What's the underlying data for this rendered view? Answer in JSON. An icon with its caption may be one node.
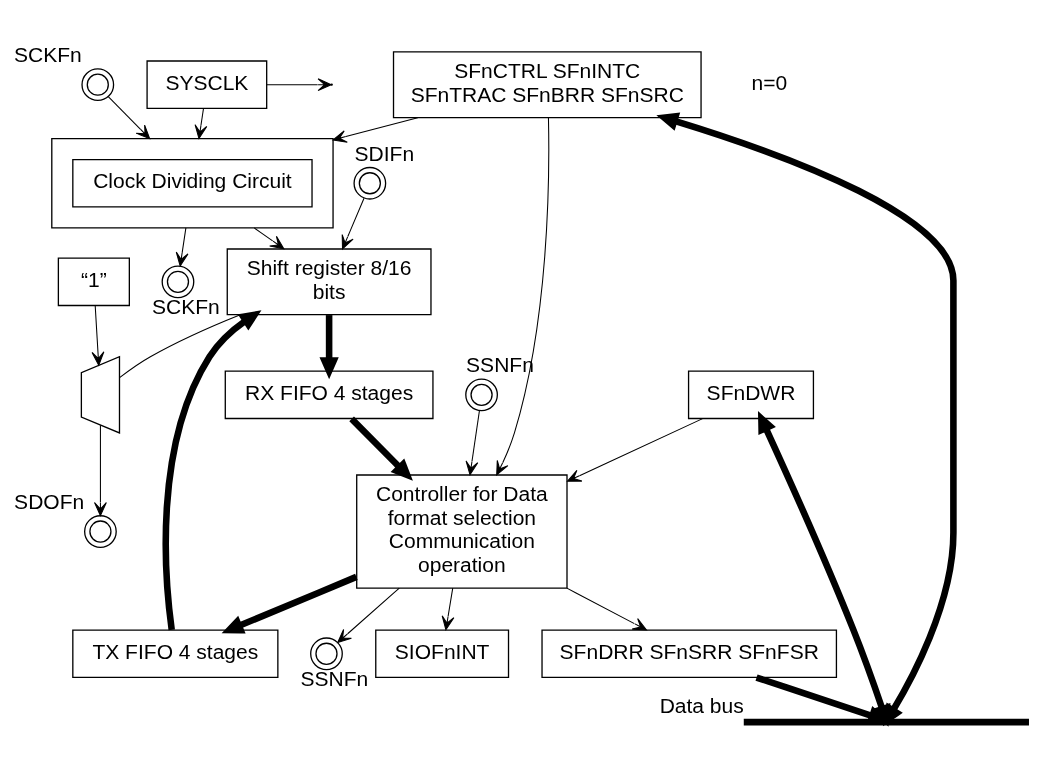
{
  "diagram": {
    "nodes": [
      {
        "text": [],
        "shape": "circle",
        "beside": [
          "SCKFn"
        ]
      },
      {
        "text": [],
        "shape": "circle",
        "beside": [
          "SDIFn"
        ]
      },
      {
        "text": [
          "Shift register 8/16 bits"
        ]
      },
      {
        "text": [],
        "shape": "circle",
        "beside": [
          "SDOFn"
        ]
      },
      {
        "text": [],
        "shape": "circle",
        "beside": [
          "SCKFn"
        ]
      },
      {
        "text": [],
        "shape": "box"
      },
      {
        "text": [
          "Clock Dividing Circuit"
        ],
        "in": 5
      },
      {
        "text": [],
        "shape": "trapezoid"
      },
      {
        "text": [
          "“1”"
        ]
      },
      {
        "text": [
          "RX FIFO 4 stages"
        ]
      },
      {
        "text": [
          "TX FIFO 4 stages"
        ]
      },
      {
        "text": [],
        "shape": "circle",
        "beside": [
          "SSNFn"
        ]
      },
      {
        "text": [
          "Controller for Data format selection Communication operation"
        ]
      },
      {
        "text": [],
        "shape": "circle",
        "beside": [
          "SSNFn"
        ]
      },
      {
        "text": [
          "SIOFnINT"
        ]
      },
      {
        "text": [
          "SFnCTRL SFnINTC SFnTRAC SFnBRR SFnSRC"
        ]
      },
      {
        "text": [
          "SFnDRR SFnSRR SFnFSR"
        ]
      },
      {
        "text": [
          "SFnDWR"
        ]
      },
      {
        "text": [
          "SYSCLK"
        ]
      },
      {
        "text": [],
        "shape": "bar",
        "beside": [
          "Data bus"
        ]
      }
    ],
    "edges": [
      {
        "from": 5,
        "to": 0,
        "arrow": "to"
      },
      {
        "from": 5,
        "to": 2,
        "arrow": "to"
      },
      {
        "from": 1,
        "to": 2,
        "arrow": "to"
      },
      {
        "from": 4,
        "to": 5,
        "arrow": "to"
      },
      {
        "from": 2,
        "to": 7,
        "arrow": "none"
      },
      {
        "from": 7,
        "to": 3,
        "arrow": "to"
      },
      {
        "from": 8,
        "to": 7,
        "arrow": "to"
      },
      {
        "from": 2,
        "to": 9,
        "arrow": "to",
        "style": "thick"
      },
      {
        "from": 10,
        "to": 2,
        "arrow": "to",
        "style": "thick"
      },
      {
        "from": 9,
        "to": 12,
        "arrow": "to",
        "style": "thick"
      },
      {
        "from": 12,
        "to": 10,
        "arrow": "to",
        "style": "thick"
      },
      {
        "from": 11,
        "to": 12,
        "arrow": "to"
      },
      {
        "from": 12,
        "to": 13,
        "arrow": "to"
      },
      {
        "from": 12,
        "to": 14,
        "arrow": "to"
      },
      {
        "from": 15,
        "to": 12,
        "arrow": "to"
      },
      {
        "from": 15,
        "to": 5,
        "arrow": "to"
      },
      {
        "from": 18,
        "to": 5,
        "arrow": "to"
      },
      {
        "from": 18,
        "to": null,
        "arrow": "to"
      },
      {
        "from": 12,
        "to": 16,
        "arrow": "to"
      },
      {
        "from": 17,
        "to": 12,
        "arrow": "to"
      },
      {
        "from": 15,
        "to": 19,
        "arrow": "both",
        "style": "thick"
      },
      {
        "from": 16,
        "to": 19,
        "arrow": "to",
        "style": "thick"
      },
      {
        "from": 17,
        "to": 19,
        "arrow": "both",
        "style": "thick"
      }
    ],
    "labels": [
      "n=0"
    ]
  }
}
